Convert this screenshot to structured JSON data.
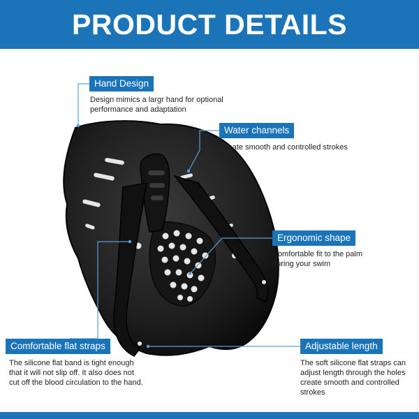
{
  "header": {
    "title": "PRODUCT DETAILS"
  },
  "colors": {
    "brand_blue": "#1b74b8",
    "paddle_black": "#1a1a1a",
    "callout_line": "#5a9fd4"
  },
  "callouts": {
    "hand_design": {
      "title": "Hand Design",
      "lines": [
        "Design mimics a largr hand for optional",
        "performance and adaptation"
      ]
    },
    "water_channels": {
      "title": "Water channels",
      "lines": [
        "Create smooth and controlled strokes"
      ]
    },
    "ergonomic_shape": {
      "title": "Ergonomic shape",
      "lines": [
        "Comfortable fit to the palm",
        "during your swim"
      ]
    },
    "flat_straps": {
      "title": "Comfortable flat straps",
      "lines": [
        "The silicone flat band is tight enough",
        "that it will not slip off. It also does not",
        "cut off the blood circulation to the hand."
      ]
    },
    "adjustable_length": {
      "title": "Adjustable length",
      "lines": [
        "The soft silicone flat straps can",
        "adjust length through the holes",
        "create smooth and controlled",
        "strokes"
      ]
    }
  },
  "icons": {
    "product": "hand-paddle-image"
  }
}
